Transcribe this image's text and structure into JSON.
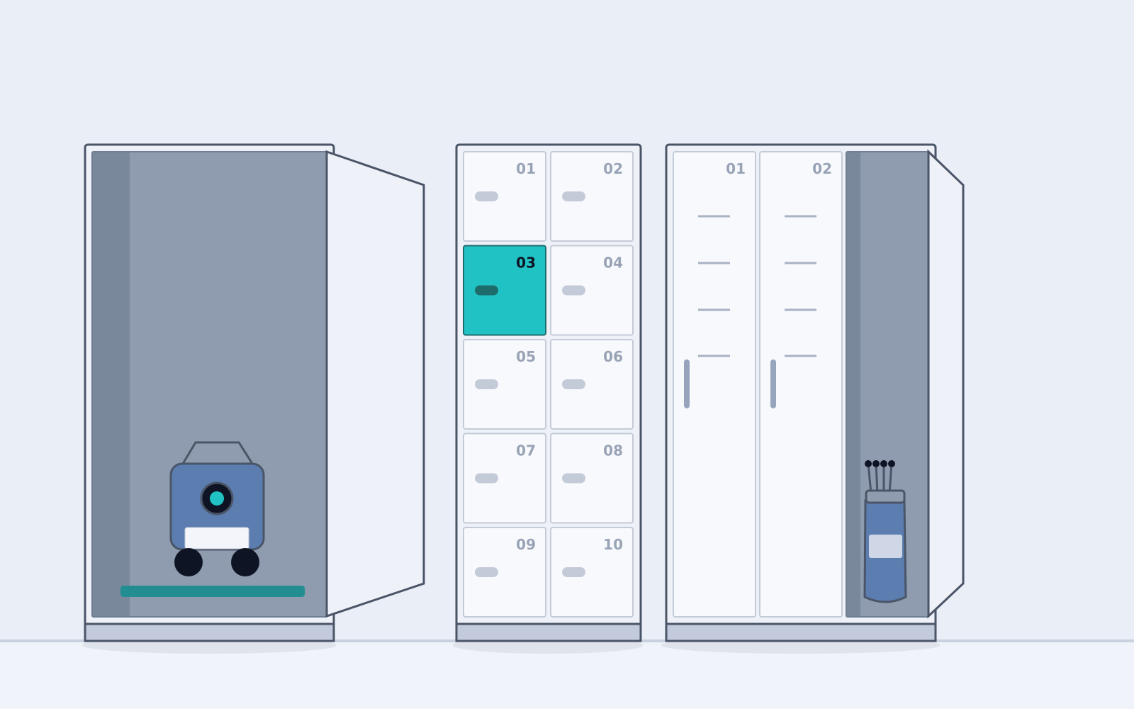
{
  "colors": {
    "background": "#eaeef6",
    "floor": "#f0f3fa",
    "floor_line": "#c9d1df",
    "outline": "#4a5568",
    "panel": "#f8f9fd",
    "panel_edge": "#c4cbd8",
    "interior": "#8f9cb0",
    "interior_dark": "#7a889c",
    "base": "#c2cadb",
    "accent": "#20c2c4",
    "accent_dark": "#1e6b6c",
    "accent_bar": "#238e92",
    "tag": "#c4cbd8",
    "handle": "#97a5bc",
    "robot": "#5b7db0",
    "robot_top": "#8f9cb0",
    "wheel": "#0e1424",
    "number_text": "#98a3b5"
  },
  "parcel_locker": {
    "compartments": [
      {
        "id": "01",
        "label": "01",
        "selected": false
      },
      {
        "id": "02",
        "label": "02",
        "selected": false
      },
      {
        "id": "03",
        "label": "03",
        "selected": true
      },
      {
        "id": "04",
        "label": "04",
        "selected": false
      },
      {
        "id": "05",
        "label": "05",
        "selected": false
      },
      {
        "id": "06",
        "label": "06",
        "selected": false
      },
      {
        "id": "07",
        "label": "07",
        "selected": false
      },
      {
        "id": "08",
        "label": "08",
        "selected": false
      },
      {
        "id": "09",
        "label": "09",
        "selected": false
      },
      {
        "id": "10",
        "label": "10",
        "selected": false
      }
    ]
  },
  "storage_locker": {
    "doors": [
      {
        "id": "01",
        "label": "01"
      },
      {
        "id": "02",
        "label": "02"
      }
    ]
  },
  "icons": {
    "robot": "robot-vacuum-icon",
    "golf_bag": "golf-bag-icon"
  }
}
